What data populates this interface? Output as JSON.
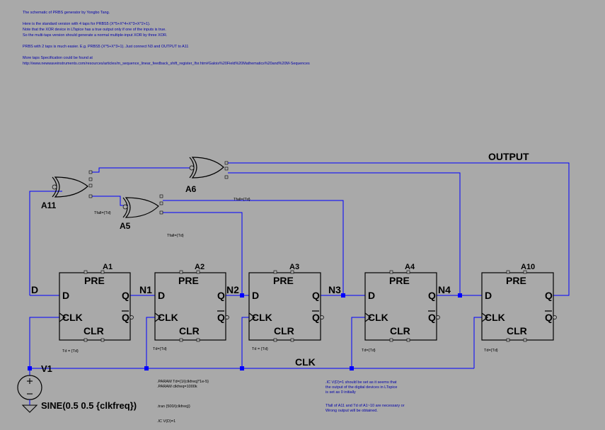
{
  "notes": {
    "lines": [
      "The schematic of PRBS generator by Yongbo Tang.",
      "",
      "Here is the standard version with 4 taps for PRBS5 (X^5+X^4+X^3+X^2+1).",
      "Note that the XOR device in LTspice has a true output only if one of the inputs is true.",
      "So the multi-taps version should generate a normal multiple-input XOR by three XOR.",
      "",
      "PRBS with 2 taps is much easier. E.g. PRBS5 (X^5+X^3+1). Just connect N3 and OUTPUT to A11",
      "",
      "More taps Specification could be found at",
      "http://www.newwaveinstruments.com/resources/articles/m_sequence_linear_feedback_shift_register_lfsr.htm#Galois%20Field%20Mathematics%20and%20M-Sequences"
    ]
  },
  "net_labels": {
    "output": "OUTPUT",
    "clk": "CLK",
    "n1": "N1",
    "n2": "N2",
    "n3": "N3",
    "n4": "N4"
  },
  "gates": {
    "a11": {
      "name": "A11",
      "param": "Tfall={Td}"
    },
    "a5": {
      "name": "A5",
      "param": "Tfall={Td}"
    },
    "a6": {
      "name": "A6",
      "param": "Tfall={Td}"
    }
  },
  "flipflop_pins": {
    "d": "D",
    "q": "Q",
    "qbar": "Q",
    "clk": "CLK",
    "pre": "PRE",
    "clr": "CLR"
  },
  "flipflops": [
    {
      "name": "A1",
      "param": "Td = {Td}"
    },
    {
      "name": "A2",
      "param": "Td={Td}"
    },
    {
      "name": "A3",
      "param": "Td = {Td}"
    },
    {
      "name": "A4",
      "param": "Td={Td}"
    },
    {
      "name": "A10",
      "param": "Td={Td}"
    }
  ],
  "source": {
    "name": "V1",
    "value": "SINE(0.5 0.5 {clkfreq})"
  },
  "d_label": "D",
  "directives": {
    "param1": ".PARAM Td={1/{clkfreq}*1e-5}",
    "param2": ".PARAM clkfreq=1000k",
    "tran": ".tran {500/{clkfreq}}",
    "ic": ".IC V(D)=1"
  },
  "comment": {
    "lines": [
      ".IC V(D)=1  should be set as it seems that",
      "the output of the digital devices in LTspice",
      "is set as 0 initially",
      "",
      "Tfall of A11 and Td of A1~10 are necessary or",
      "Wrong output will be obtained."
    ]
  }
}
